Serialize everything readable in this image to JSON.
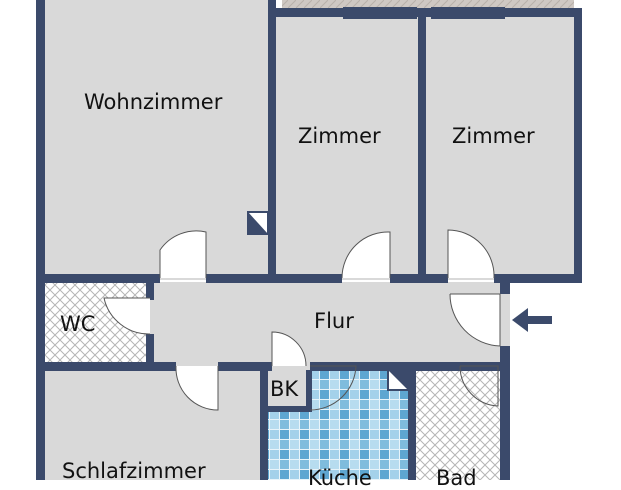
{
  "rooms": {
    "wohnzimmer": "Wohnzimmer",
    "zimmer_1": "Zimmer",
    "zimmer_2": "Zimmer",
    "wc": "WC",
    "flur": "Flur",
    "bk": "BK",
    "schlafzimmer": "Schlafzimmer",
    "kueche": "Küche",
    "bad": "Bad"
  },
  "colors": {
    "wall": "#3b4a6b",
    "floor": "#d9d9d9",
    "tile_light": "#a9d4ea",
    "tile_mid": "#7fbcdd",
    "tile_dark": "#4f9ac9",
    "hatch": "#bdbdbd",
    "door_line": "#555555",
    "balcony": "#c9c2bd"
  },
  "icons": {
    "entrance": "arrow-left-icon",
    "shaft": "shaft-marker-icon"
  }
}
